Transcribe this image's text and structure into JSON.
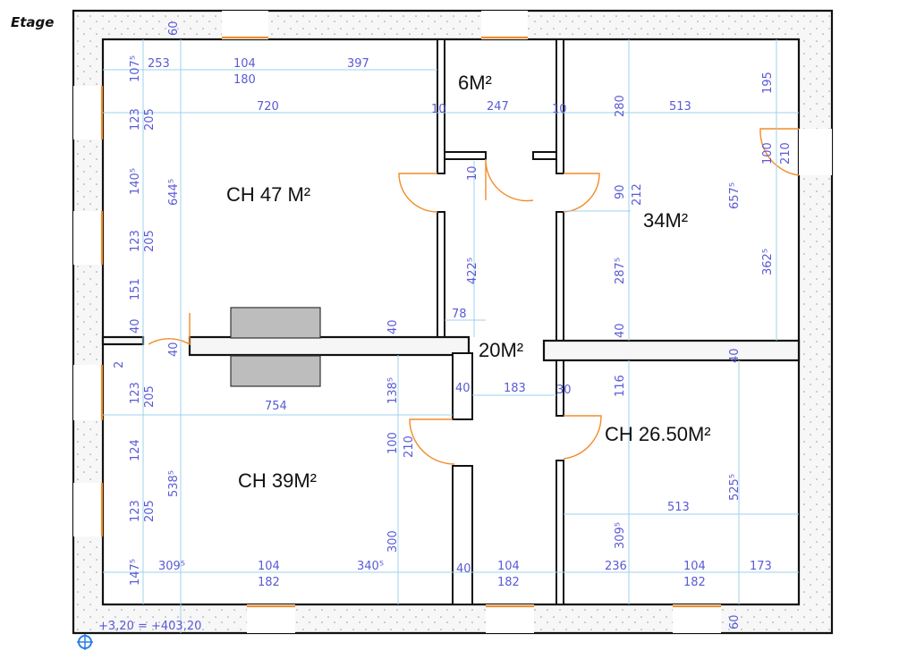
{
  "title": "Etage",
  "rooms": [
    {
      "id": "ch47",
      "label": "CH 47 M²"
    },
    {
      "id": "r6",
      "label": "6M²"
    },
    {
      "id": "r34",
      "label": "34M²"
    },
    {
      "id": "r20",
      "label": "20M²"
    },
    {
      "id": "ch39",
      "label": "CH 39M²"
    },
    {
      "id": "ch26",
      "label": "CH 26.50M²"
    }
  ],
  "dimensions": [
    "60",
    "253",
    "104",
    "180",
    "397",
    "107⁵",
    "123",
    "205",
    "720",
    "10",
    "247",
    "10",
    "513",
    "280",
    "195",
    "100",
    "210",
    "140⁵",
    "644⁵",
    "10",
    "90",
    "212",
    "657⁵",
    "123",
    "205",
    "422⁵",
    "287⁵",
    "362⁵",
    "151",
    "78",
    "40",
    "40",
    "40",
    "40",
    "40",
    "2",
    "123",
    "205",
    "754",
    "138⁵",
    "40",
    "183",
    "30",
    "116",
    "100",
    "210",
    "124",
    "538⁵",
    "123",
    "205",
    "300",
    "513",
    "309⁵",
    "525⁵",
    "147⁵",
    "309⁵",
    "104",
    "182",
    "340⁵",
    "40",
    "104",
    "182",
    "236",
    "104",
    "182",
    "173",
    "60",
    "+3,20 = +403,20"
  ],
  "colors": {
    "dimension_text": "#5a5ad6",
    "window": "#f28c28",
    "wall_outline": "#111111",
    "chimney": "#bdbdbd"
  }
}
